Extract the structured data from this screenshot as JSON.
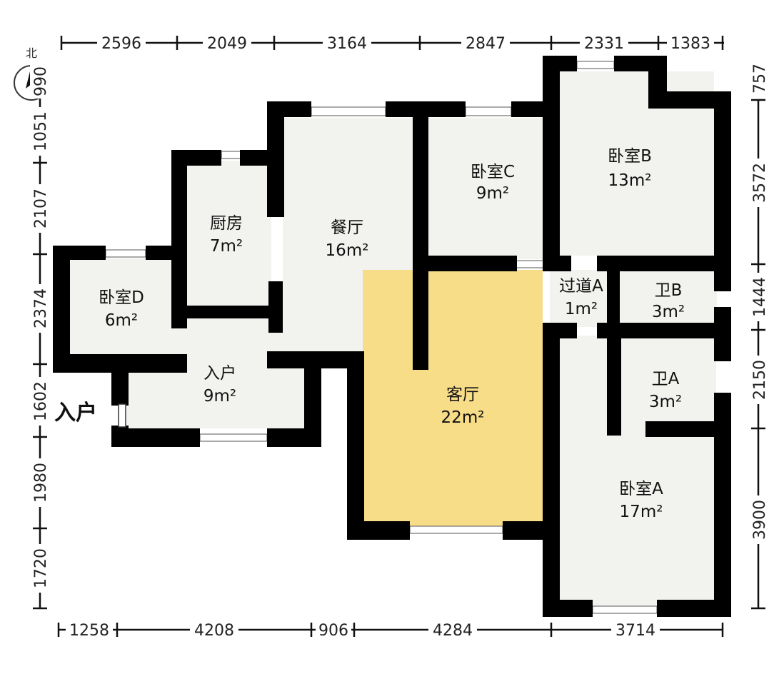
{
  "compass": {
    "label": "北"
  },
  "entrance": {
    "label": "入户"
  },
  "rooms": [
    {
      "name": "厨房",
      "area": "7m²"
    },
    {
      "name": "餐厅",
      "area": "16m²"
    },
    {
      "name": "卧室C",
      "area": "9m²"
    },
    {
      "name": "卧室B",
      "area": "13m²"
    },
    {
      "name": "卧室D",
      "area": "6m²"
    },
    {
      "name": "入户",
      "area": "9m²"
    },
    {
      "name": "客厅",
      "area": "22m²"
    },
    {
      "name": "过道A",
      "area": "1m²"
    },
    {
      "name": "卫B",
      "area": "3m²"
    },
    {
      "name": "卫A",
      "area": "3m²"
    },
    {
      "name": "卧室A",
      "area": "17m²"
    }
  ],
  "dimensions": {
    "top": [
      "2596",
      "2049",
      "3164",
      "2847",
      "2331",
      "1383"
    ],
    "bottom": [
      "1258",
      "4208",
      "906",
      "4284",
      "3714"
    ],
    "left": [
      "990",
      "1051",
      "2107",
      "2374",
      "1602",
      "1980",
      "1720"
    ],
    "right": [
      "757",
      "3572",
      "1444",
      "2150",
      "3900"
    ]
  },
  "colors": {
    "wall": "#000000",
    "floor": "#f2f2ef",
    "living_room": "#f7dd88"
  }
}
